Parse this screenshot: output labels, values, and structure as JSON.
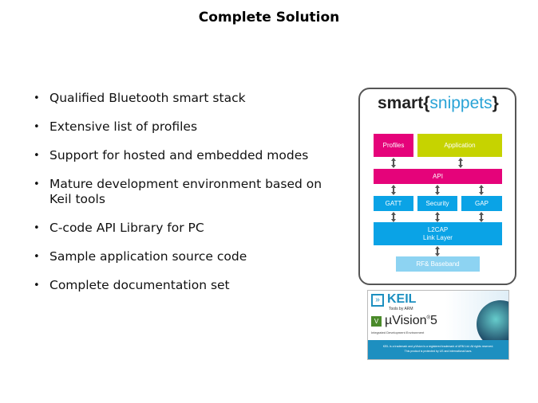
{
  "title": "Complete Solution",
  "bullets": [
    "Qualified Bluetooth smart stack",
    "Extensive list of profiles",
    "Support for hosted and embedded modes",
    "Mature development environment based on Keil tools",
    "C-code API Library for PC",
    "Sample application source code",
    "Complete documentation set"
  ],
  "diagram": {
    "logo_left": "smart",
    "logo_brace_open": "{",
    "logo_right": "snippets",
    "logo_brace_close": "}",
    "profiles": "Profiles",
    "application": "Application",
    "api": "API",
    "gatt": "GATT",
    "security": "Security",
    "gap": "GAP",
    "l2cap": "L2CAP",
    "link_layer": "Link Layer",
    "rf": "RF& Baseband",
    "colors": {
      "magenta": "#e5037a",
      "lime": "#c6d300",
      "blue": "#0aa3e6",
      "light_blue": "#8dd3f2"
    }
  },
  "keil": {
    "brand": "KEIL",
    "tagline": "Tools by ARM",
    "product": "µVision",
    "version": "5",
    "subtitle": "Integrated Development Environment",
    "footer1": "KEIL is a trademark and µVision is a registered trademark of ARM Ltd. All rights reserved.",
    "footer2": "This product is protected by US and international laws."
  }
}
